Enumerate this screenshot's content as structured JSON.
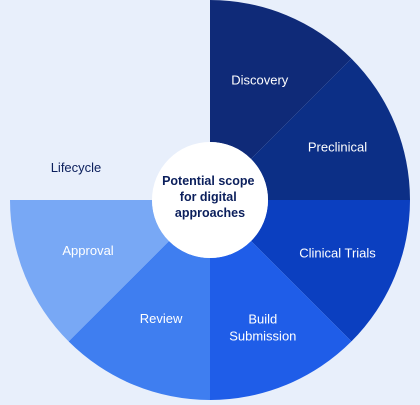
{
  "center_label": [
    "Potential scope",
    "for digital",
    "approaches"
  ],
  "category_label": "Lifecycle",
  "segments": [
    {
      "label": [
        "Discovery"
      ],
      "color": "#0f2a78"
    },
    {
      "label": [
        "Preclinical"
      ],
      "color": "#0c2f86"
    },
    {
      "label": [
        "Clinical Trials"
      ],
      "color": "#0b3fc0"
    },
    {
      "label": [
        "Build",
        "Submission"
      ],
      "color": "#1f5de8"
    },
    {
      "label": [
        "Review"
      ],
      "color": "#3f7ef0"
    },
    {
      "label": [
        "Approval"
      ],
      "color": "#78a8f5"
    }
  ],
  "colors": {
    "background": "#e8effb",
    "center": "#ffffff",
    "text_dark": "#0b1f5c",
    "text_light": "#ffffff"
  }
}
